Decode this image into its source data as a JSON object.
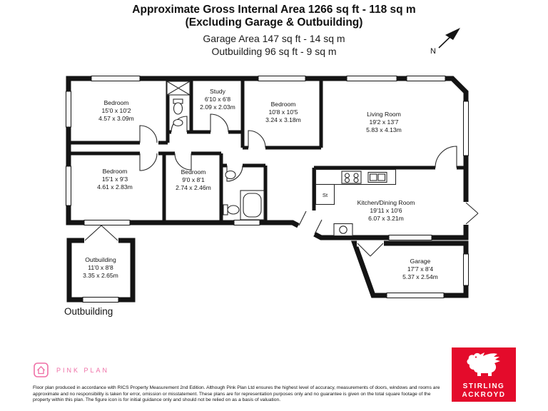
{
  "header": {
    "title_line1": "Approximate Gross Internal Area 1266 sq ft - 118 sq m",
    "title_line2": "(Excluding Garage & Outbuilding)",
    "subtitle_line1": "Garage Area 147 sq ft - 14 sq m",
    "subtitle_line2": "Outbuilding 96 sq ft - 9 sq m"
  },
  "compass": {
    "north_label": "N"
  },
  "rooms": {
    "bedroom_top_left": {
      "name": "Bedroom",
      "imperial": "15'0 x 10'2",
      "metric": "4.57 x 3.09m"
    },
    "study": {
      "name": "Study",
      "imperial": "6'10 x 6'8",
      "metric": "2.09 x 2.03m"
    },
    "bedroom_top_middle": {
      "name": "Bedroom",
      "imperial": "10'8 x 10'5",
      "metric": "3.24 x 3.18m"
    },
    "living_room": {
      "name": "Living Room",
      "imperial": "19'2 x 13'7",
      "metric": "5.83 x 4.13m"
    },
    "bedroom_mid_left": {
      "name": "Bedroom",
      "imperial": "15'1 x 9'3",
      "metric": "4.61 x 2.83m"
    },
    "bedroom_mid_centre": {
      "name": "Bedroom",
      "imperial": "9'0 x 8'1",
      "metric": "2.74 x 2.46m"
    },
    "kitchen_dining": {
      "name": "Kitchen/Dining Room",
      "imperial": "19'11 x 10'6",
      "metric": "6.07 x 3.21m"
    },
    "garage": {
      "name": "Garage",
      "imperial": "17'7 x 8'4",
      "metric": "5.37 x 2.54m"
    },
    "outbuilding": {
      "name": "Outbuilding",
      "imperial": "11'0 x 8'8",
      "metric": "3.35 x 2.65m"
    },
    "store": {
      "abbr": "St"
    }
  },
  "captions": {
    "outbuilding": "Outbuilding"
  },
  "footer": {
    "brand_name": "PINK PLAN",
    "disclaimer": "Floor plan produced in accordance with RICS Property Measurement 2nd Edition. Although Pink Plan Ltd ensures the highest level of accuracy, measurements of doors, windows and rooms are approximate and no responsibility is taken for error, omission or misstatement. These plans are for representation purposes only and no guarantee is given on the total square footage of the property within this plan. The figure icon is for initial guidance only and should not be relied on as a basis of valuation.",
    "agent_name_line1": "STIRLING",
    "agent_name_line2": "ACKROYD"
  },
  "colors": {
    "wall": "#141414",
    "brand_pink": "#ef6fa6",
    "agent_red": "#e40b2b"
  },
  "icons": {
    "compass": "north-arrow-icon",
    "brand": "pink-plan-house-icon",
    "agent": "griffin-icon"
  }
}
